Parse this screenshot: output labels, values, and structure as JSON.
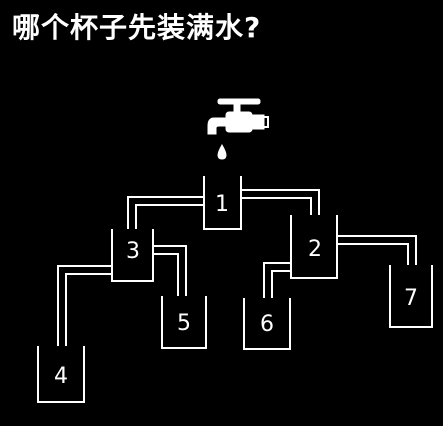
{
  "title": "哪个杯子先装满水?",
  "colors": {
    "background": "#000000",
    "foreground": "#ffffff"
  },
  "icons": {
    "faucet": "faucet-icon",
    "drop": "water-drop-icon"
  },
  "cups": [
    {
      "id": "cup-1",
      "label": "1"
    },
    {
      "id": "cup-2",
      "label": "2"
    },
    {
      "id": "cup-3",
      "label": "3"
    },
    {
      "id": "cup-4",
      "label": "4"
    },
    {
      "id": "cup-5",
      "label": "5"
    },
    {
      "id": "cup-6",
      "label": "6"
    },
    {
      "id": "cup-7",
      "label": "7"
    }
  ]
}
